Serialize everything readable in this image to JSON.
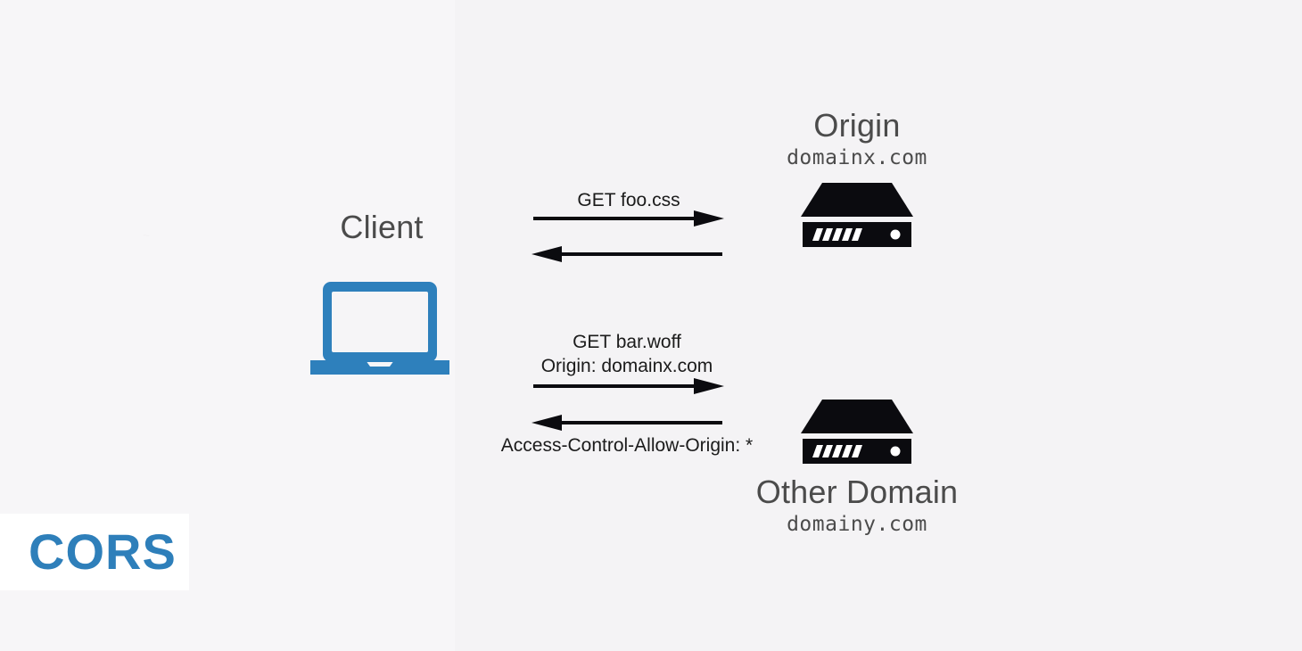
{
  "diagram": {
    "title": "CORS",
    "background_color": "#f5f4f6",
    "accent_color": "#2e7fba",
    "text_color": "#4b4b4b"
  },
  "nodes": {
    "client": {
      "title": "Client",
      "icon": "laptop-icon",
      "color": "#2e7fba"
    },
    "origin": {
      "title": "Origin",
      "domain": "domainx.com",
      "icon": "server-icon",
      "color": "#0b0b0f"
    },
    "other_domain": {
      "title": "Other Domain",
      "domain": "domainy.com",
      "icon": "server-icon",
      "color": "#0b0b0f"
    }
  },
  "flows": [
    {
      "id": "same-origin-request",
      "label_above": "GET foo.css",
      "direction": "right",
      "from": "client",
      "to": "origin"
    },
    {
      "id": "same-origin-response",
      "label_above": "",
      "direction": "left",
      "from": "origin",
      "to": "client"
    },
    {
      "id": "cross-origin-request",
      "label_line_1": "GET bar.woff",
      "label_line_2": "Origin: domainx.com",
      "direction": "right",
      "from": "client",
      "to": "other_domain"
    },
    {
      "id": "cross-origin-response",
      "label_below": "Access-Control-Allow-Origin: *",
      "direction": "left",
      "from": "other_domain",
      "to": "client"
    }
  ],
  "badge": {
    "label": "CORS",
    "background": "#ffffff",
    "text_color": "#2e7fba"
  }
}
